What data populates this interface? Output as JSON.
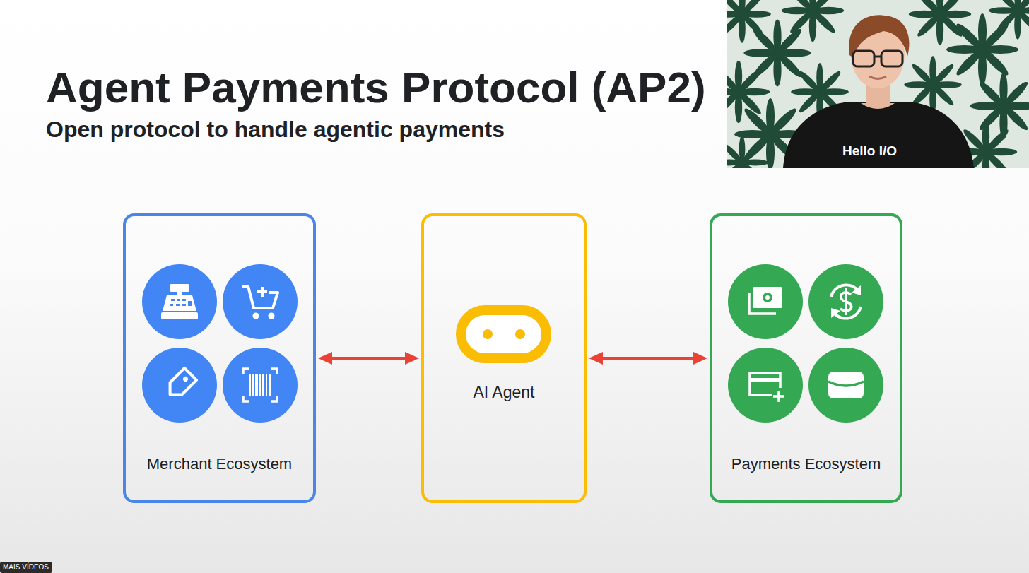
{
  "diagram": {
    "title": "Agent Payments Protocol (AP2)",
    "nodes": [
      {
        "text": [
          "Merchant Ecosystem"
        ]
      },
      {
        "text": [
          "AI Agent"
        ]
      },
      {
        "text": [
          "Payments Ecosystem"
        ]
      }
    ],
    "edges": [
      {
        "from": 0,
        "to": 1,
        "arrow": "both"
      },
      {
        "from": 1,
        "to": 2,
        "arrow": "both"
      }
    ],
    "labels": [
      "Open protocol to handle agentic payments",
      "Hello I/O",
      "MAIS VÍDEOS"
    ]
  }
}
